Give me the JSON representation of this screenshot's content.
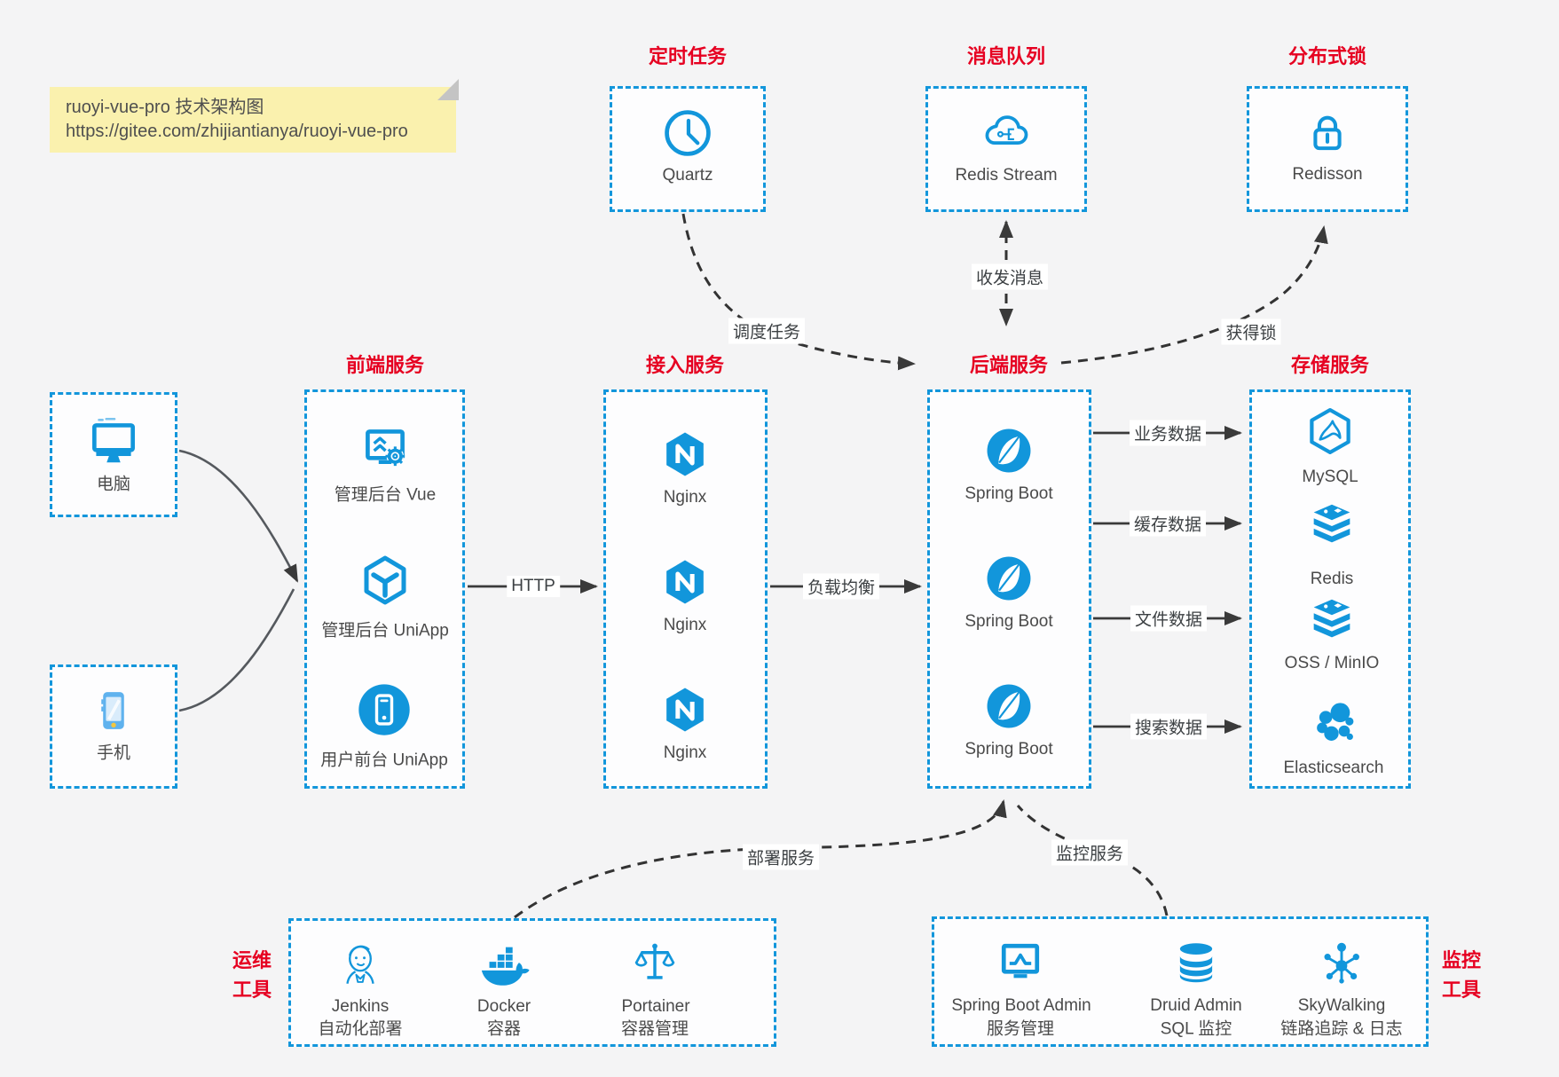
{
  "colors": {
    "background": "#f4f4f5",
    "box_border_blue": "#1296db",
    "icon_blue": "#1296db",
    "title_red": "#e60021",
    "line_dark": "#3a3a3a",
    "note_bg": "#faf1ae"
  },
  "note": {
    "line1": "ruoyi-vue-pro 技术架构图",
    "line2": "https://gitee.com/zhijiantianya/ruoyi-vue-pro"
  },
  "clients": {
    "pc": {
      "label": "电脑",
      "icon": "desktop-icon"
    },
    "mobile": {
      "label": "手机",
      "icon": "smartphone-icon"
    }
  },
  "groups": {
    "scheduled": {
      "title": "定时任务",
      "items": [
        {
          "label": "Quartz",
          "icon": "clock-icon"
        }
      ]
    },
    "mq": {
      "title": "消息队列",
      "items": [
        {
          "label": "Redis Stream",
          "icon": "cloud-circuit-icon"
        }
      ]
    },
    "lock": {
      "title": "分布式锁",
      "items": [
        {
          "label": "Redisson",
          "icon": "lock-icon"
        }
      ]
    },
    "frontend": {
      "title": "前端服务",
      "items": [
        {
          "label": "管理后台 Vue",
          "icon": "admin-monitor-gear-icon"
        },
        {
          "label": "管理后台 UniApp",
          "icon": "cube-icon"
        },
        {
          "label": "用户前台 UniApp",
          "icon": "phone-circle-icon"
        }
      ]
    },
    "access": {
      "title": "接入服务",
      "items": [
        {
          "label": "Nginx",
          "icon": "nginx-icon"
        },
        {
          "label": "Nginx",
          "icon": "nginx-icon"
        },
        {
          "label": "Nginx",
          "icon": "nginx-icon"
        }
      ]
    },
    "backend": {
      "title": "后端服务",
      "items": [
        {
          "label": "Spring Boot",
          "icon": "spring-icon"
        },
        {
          "label": "Spring Boot",
          "icon": "spring-icon"
        },
        {
          "label": "Spring Boot",
          "icon": "spring-icon"
        }
      ]
    },
    "storage": {
      "title": "存储服务",
      "items": [
        {
          "label": "MySQL",
          "icon": "mysql-icon"
        },
        {
          "label": "Redis",
          "icon": "layer-stack-icon"
        },
        {
          "label": "OSS / MinIO",
          "icon": "layer-stack-icon"
        },
        {
          "label": "Elasticsearch",
          "icon": "elasticsearch-icon"
        }
      ]
    },
    "ops": {
      "title_line1": "运维",
      "title_line2": "工具",
      "items": [
        {
          "label": "Jenkins",
          "sublabel": "自动化部署",
          "icon": "jenkins-icon"
        },
        {
          "label": "Docker",
          "sublabel": "容器",
          "icon": "docker-whale-icon"
        },
        {
          "label": "Portainer",
          "sublabel": "容器管理",
          "icon": "scales-icon"
        }
      ]
    },
    "monitoring": {
      "title_line1": "监控",
      "title_line2": "工具",
      "items": [
        {
          "label": "Spring Boot Admin",
          "sublabel": "服务管理",
          "icon": "pulse-monitor-icon"
        },
        {
          "label": "Druid Admin",
          "sublabel": "SQL 监控",
          "icon": "database-icon"
        },
        {
          "label": "SkyWalking",
          "sublabel": "链路追踪 & 日志",
          "icon": "hub-network-icon"
        }
      ]
    }
  },
  "edges": {
    "http": "HTTP",
    "load_balance": "负载均衡",
    "schedule": "调度任务",
    "messages": "收发消息",
    "acquire_lock": "获得锁",
    "business_data": "业务数据",
    "cache_data": "缓存数据",
    "file_data": "文件数据",
    "search_data": "搜索数据",
    "deploy": "部署服务",
    "monitor": "监控服务"
  }
}
